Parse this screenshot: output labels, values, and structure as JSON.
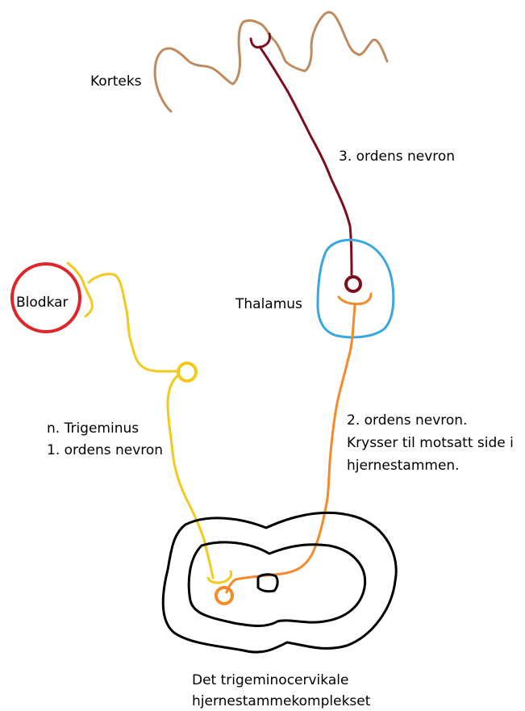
{
  "labels": {
    "cortex": "Korteks",
    "third_order": "3. ordens nevron",
    "thalamus": "Thalamus",
    "blood_vessel": "Blodkar",
    "trigeminus_line1": "n. Trigeminus",
    "trigeminus_line2": "1. ordens nevron",
    "second_order_line1": "2. ordens nevron.",
    "second_order_line2": "Krysser til motsatt side i",
    "second_order_line3": "hjernestammen.",
    "complex_line1": "Det trigeminocervikale",
    "complex_line2": "hjernestammekomplekset"
  },
  "colors": {
    "cortex": "#c08a5f",
    "third_order_neuron": "#7d0f1b",
    "thalamus": "#3aa6e0",
    "second_order_neuron": "#f58a2a",
    "first_order_neuron": "#f3c91b",
    "blood_vessel": "#e0252b",
    "brainstem_outline": "#000000"
  }
}
